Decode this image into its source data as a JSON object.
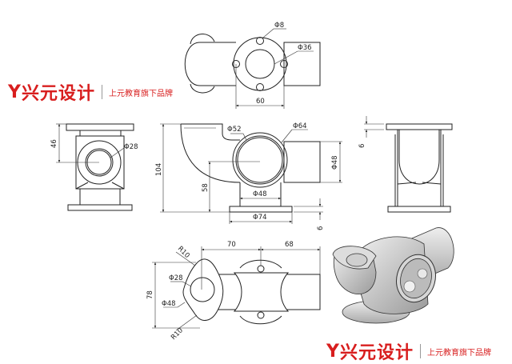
{
  "brand": {
    "name": "兴元设计",
    "mark": "Y",
    "tagline": "上元教育旗下品牌"
  },
  "top_view": {
    "hole_dia": "Φ8",
    "bore_dia": "Φ36",
    "bolt_spacing": "60"
  },
  "front_view": {
    "inner_dia": "Φ52",
    "outer_dia": "Φ64",
    "pipe_dia": "Φ48",
    "stem_dia": "Φ48",
    "base_dia": "Φ74",
    "height": "104",
    "center_height": "58",
    "base_thickness": "6"
  },
  "left_view": {
    "center_height": "46",
    "bore_dia": "Φ28"
  },
  "right_view": {
    "flange_thickness": "6"
  },
  "bottom_view": {
    "radius_top": "R10",
    "radius_bottom": "R10",
    "bore_dia": "Φ28",
    "lobe_dia": "Φ48",
    "length_left": "70",
    "length_right": "68",
    "width": "78"
  }
}
